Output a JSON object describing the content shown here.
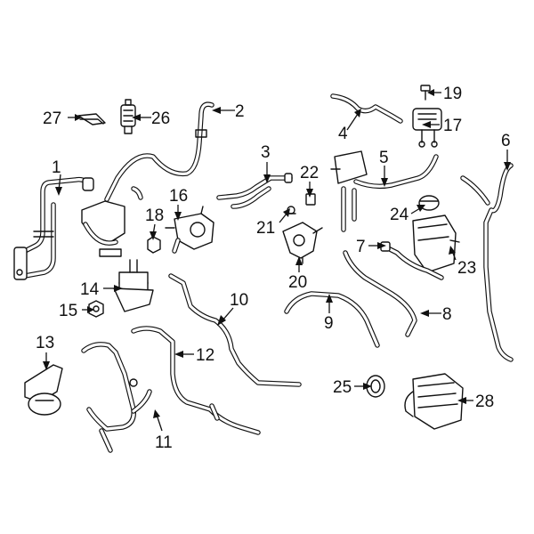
{
  "diagram": {
    "callouts": [
      {
        "id": "1",
        "label": "1"
      },
      {
        "id": "2",
        "label": "2"
      },
      {
        "id": "3",
        "label": "3"
      },
      {
        "id": "4",
        "label": "4"
      },
      {
        "id": "5",
        "label": "5"
      },
      {
        "id": "6",
        "label": "6"
      },
      {
        "id": "7",
        "label": "7"
      },
      {
        "id": "8",
        "label": "8"
      },
      {
        "id": "9",
        "label": "9"
      },
      {
        "id": "10",
        "label": "10"
      },
      {
        "id": "11",
        "label": "11"
      },
      {
        "id": "12",
        "label": "12"
      },
      {
        "id": "13",
        "label": "13"
      },
      {
        "id": "14",
        "label": "14"
      },
      {
        "id": "15",
        "label": "15"
      },
      {
        "id": "16",
        "label": "16"
      },
      {
        "id": "17",
        "label": "17"
      },
      {
        "id": "18",
        "label": "18"
      },
      {
        "id": "19",
        "label": "19"
      },
      {
        "id": "20",
        "label": "20"
      },
      {
        "id": "21",
        "label": "21"
      },
      {
        "id": "22",
        "label": "22"
      },
      {
        "id": "23",
        "label": "23"
      },
      {
        "id": "24",
        "label": "24"
      },
      {
        "id": "25",
        "label": "25"
      },
      {
        "id": "26",
        "label": "26"
      },
      {
        "id": "27",
        "label": "27"
      },
      {
        "id": "28",
        "label": "28"
      }
    ]
  }
}
